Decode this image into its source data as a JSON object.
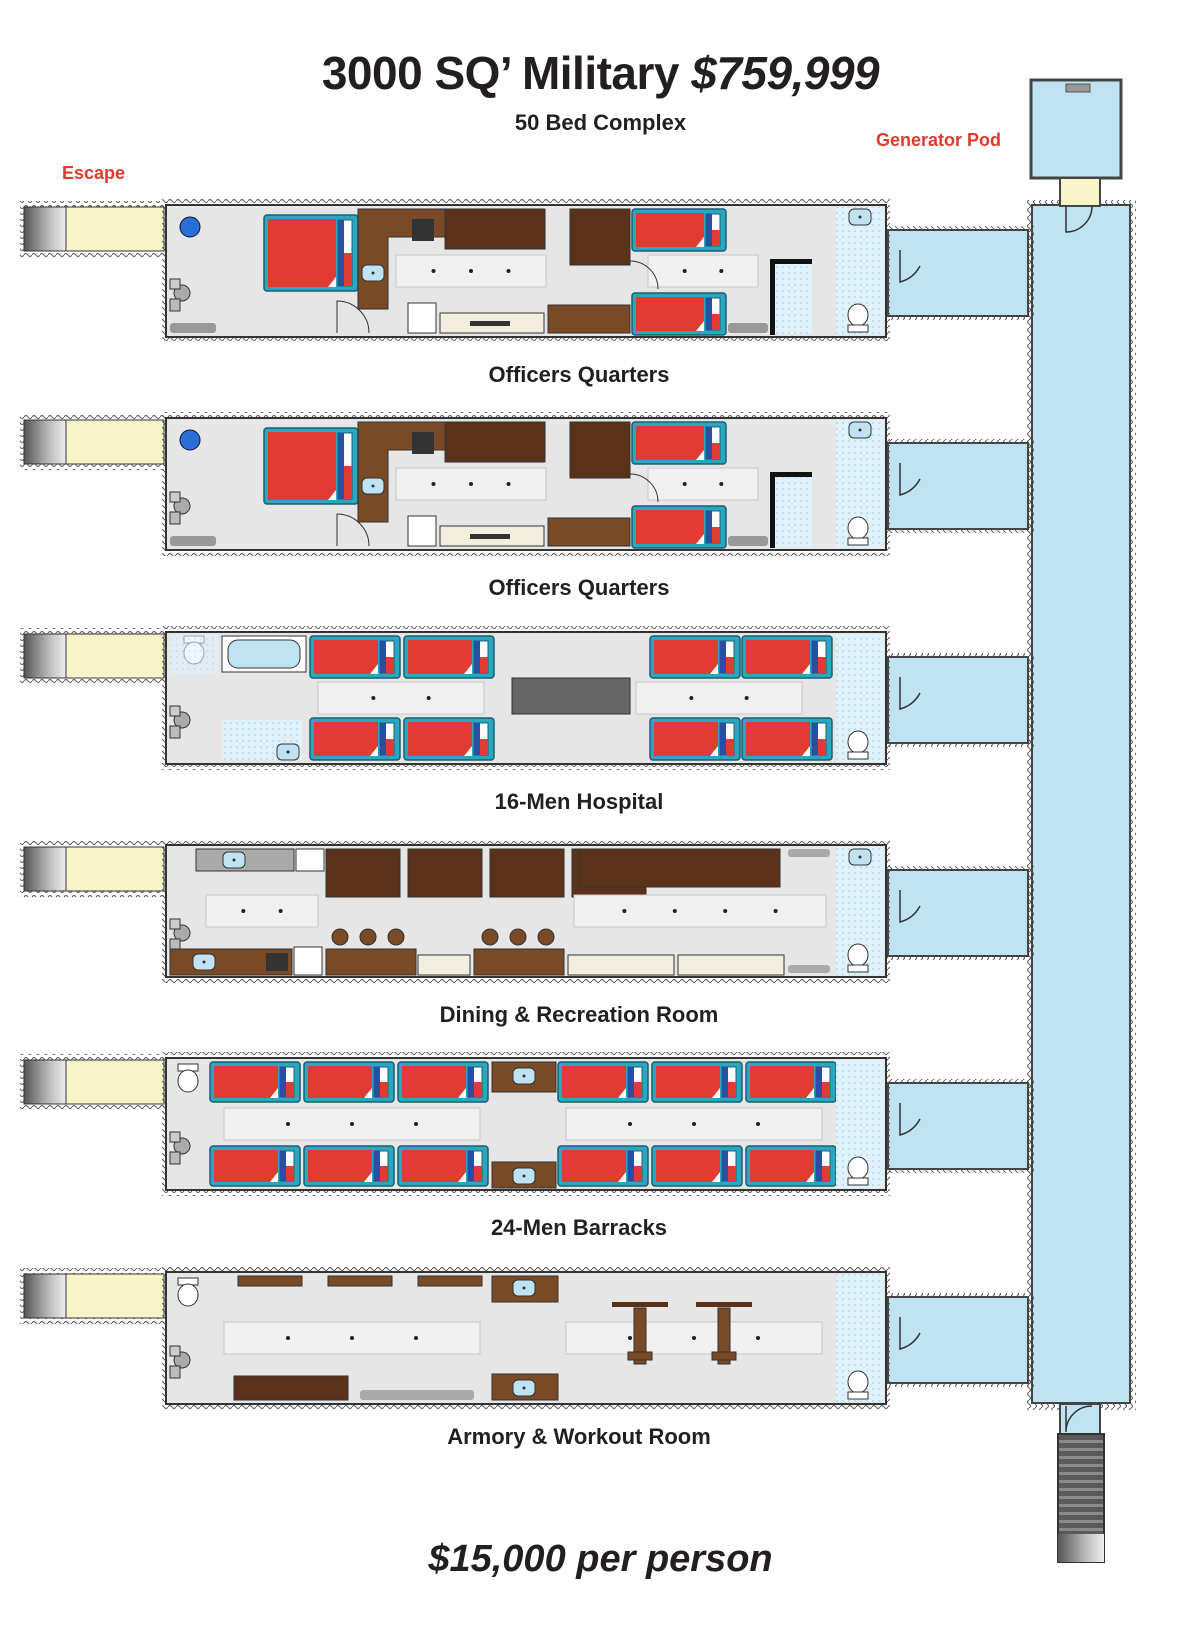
{
  "header": {
    "title_main": "3000 SQ’ Military ",
    "title_price": "$759,999",
    "subtitle": "50 Bed Complex"
  },
  "labels": {
    "escape": "Escape",
    "generator_pod": "Generator Pod"
  },
  "units": [
    {
      "name": "Officers Quarters",
      "type": "officers"
    },
    {
      "name": "Officers Quarters",
      "type": "officers"
    },
    {
      "name": "16-Men Hospital",
      "type": "hospital"
    },
    {
      "name": "Dining & Recreation Room",
      "type": "dining"
    },
    {
      "name": "24-Men Barracks",
      "type": "barracks"
    },
    {
      "name": "Armory & Workout Room",
      "type": "armory"
    }
  ],
  "footer": {
    "price_per_person": "$15,000 per person"
  },
  "colors": {
    "bed": "#e23b34",
    "bed_frame": "#2aa6c1",
    "wood": "#7a4a26",
    "dark_wood": "#5a3119",
    "floor": "#e6e6e6",
    "hallway": "#bfe3f3",
    "escape_pod": "#f7f4c8",
    "label_red": "#e03a2f",
    "text": "#231f20"
  }
}
